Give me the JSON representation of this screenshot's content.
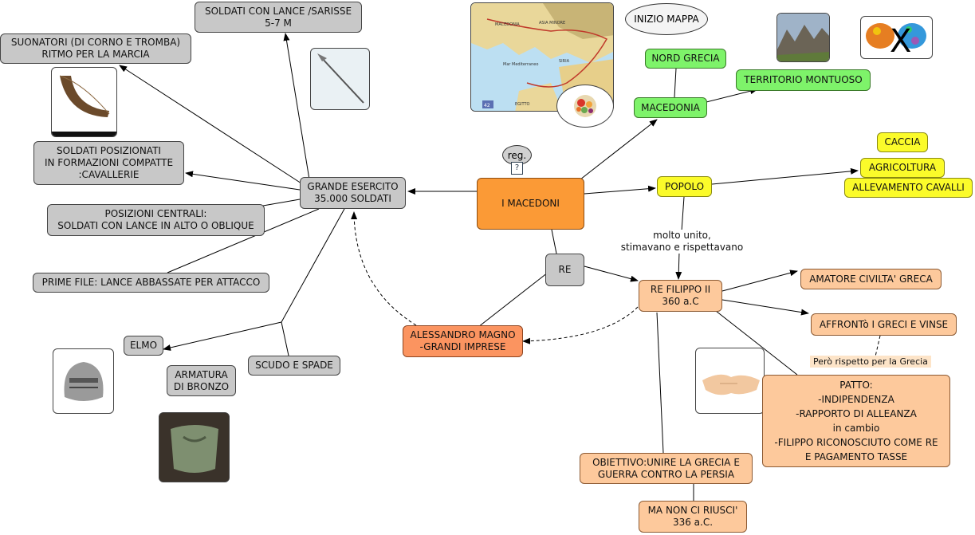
{
  "nodes": {
    "macedoni": "I MACEDONI",
    "esercito": "GRANDE ESERCITO\n35.000 SOLDATI",
    "lance": "SOLDATI CON LANCE /SARISSE\n5-7 M",
    "suonatori": "SUONATORI (DI CORNO E TROMBA)\nRITMO PER LA MARCIA",
    "formazioni": "SOLDATI POSIZIONATI\nIN FORMAZIONI COMPATTE\n:CAVALLERIE",
    "centrali": "POSIZIONI CENTRALI:\nSOLDATI CON LANCE IN ALTO O OBLIQUE",
    "prime_file": "PRIME FILE: LANCE ABBASSATE PER ATTACCO",
    "elmo": "ELMO",
    "armatura": "ARMATURA\nDI BRONZO",
    "scudo": "SCUDO E SPADE",
    "alessandro": "ALESSANDRO MAGNO\n-GRANDI IMPRESE",
    "re": "RE",
    "filippo": "RE  FILIPPO II\n360 a.C",
    "amatore": "AMATORE CIVILTA' GRECA",
    "affronto": "AFFRONTò I GRECI E VINSE",
    "patto": "PATTO:\n-INDIPENDENZA\n-RAPPORTO DI ALLEANZA\nin cambio\n-FILIPPO RICONOSCIUTO COME RE\nE PAGAMENTO TASSE",
    "obiettivo": "OBIETTIVO:UNIRE LA GRECIA E\nGUERRA CONTRO LA PERSIA",
    "riusci": "MA NON CI RIUSCI'\n336 a.C.",
    "nord": "NORD GRECIA",
    "macedonia": "MACEDONIA",
    "montuoso": "TERRITORIO MONTUOSO",
    "popolo": "POPOLO",
    "caccia": "CACCIA",
    "agricoltura": "AGRICOLTURA",
    "allevamento": "ALLEVAMENTO CAVALLI",
    "inizio": "INIZIO MAPPA",
    "reg": "reg."
  },
  "link_labels": {
    "unito": "molto unito,\nstimavano e rispettavano",
    "rispetto": "Però rispetto per la Grecia"
  },
  "map_labels": {
    "macedonia": "MACEDONIA",
    "asia": "ASIA MINORE",
    "siria": "SIRIA",
    "mare": "Mar Mediterraneo",
    "egitto": "EGITTO",
    "page": "42"
  },
  "colors": {
    "gray": "#c8c8c8",
    "green": "#7ef36a",
    "yellow": "#fbfb2a",
    "peach": "#fdc99c",
    "orange": "#fb9a36",
    "salmon": "#fb9460"
  },
  "icons": [
    "spear-image",
    "horn-image",
    "map-image",
    "food-image",
    "mountains-image",
    "brain-x-image",
    "helmet-image",
    "armor-image",
    "handshake-image",
    "note-icon"
  ]
}
